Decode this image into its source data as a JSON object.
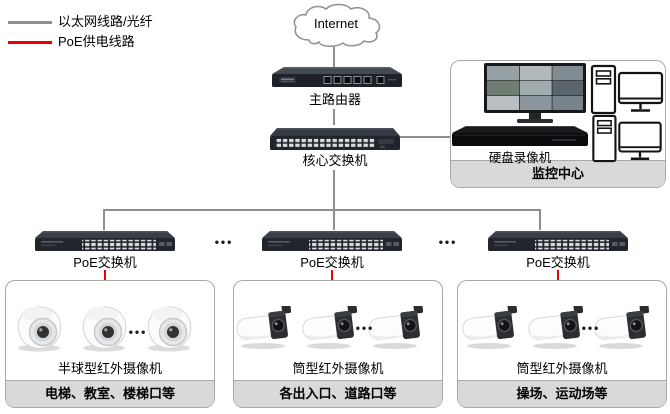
{
  "legend": {
    "ethernet": {
      "label": "以太网线路/光纤",
      "color": "#8f8f8f"
    },
    "poe": {
      "label": "PoE供电线路",
      "color": "#ee0000"
    }
  },
  "topology": {
    "internet": "Internet",
    "router": "主路由器",
    "core_switch": "核心交换机",
    "poe_switch": "PoE交换机",
    "ellipsis": "•••"
  },
  "monitoring_center": {
    "title": "监控中心",
    "nvr": "硬盘录像机"
  },
  "camera_groups": [
    {
      "type_label": "半球型红外摄像机",
      "location": "电梯、教室、楼梯口等"
    },
    {
      "type_label": "筒型红外摄像机",
      "location": "各出入口、道路口等"
    },
    {
      "type_label": "筒型红外摄像机",
      "location": "操场、运动场等"
    }
  ],
  "colors": {
    "line_gray": "#8f8f8f",
    "line_red": "#ee0000",
    "bar_bg": "#d9d9d9",
    "box_border": "#a9a9a9"
  }
}
